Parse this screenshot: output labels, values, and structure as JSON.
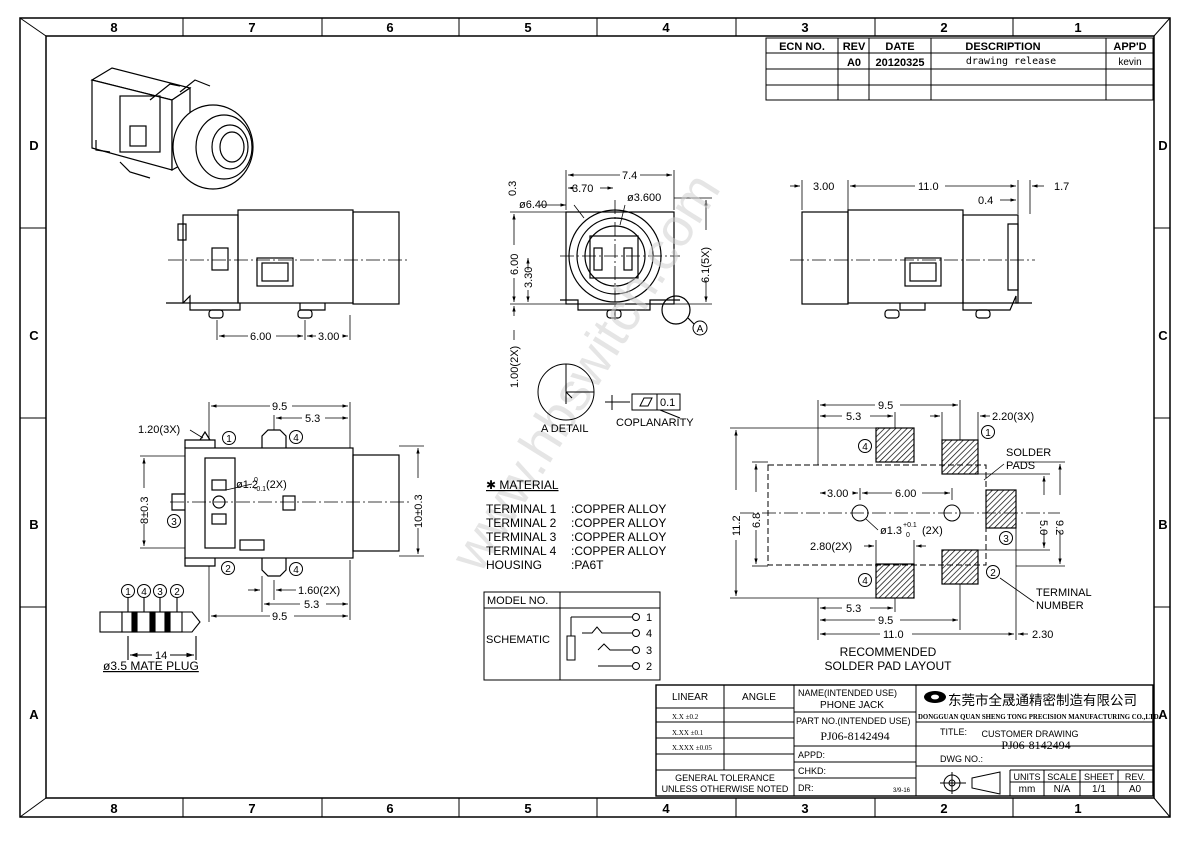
{
  "border": {
    "columns": [
      "8",
      "7",
      "6",
      "5",
      "4",
      "3",
      "2",
      "1"
    ],
    "rows": [
      "D",
      "C",
      "B",
      "A"
    ]
  },
  "revision": {
    "headers": [
      "ECN NO.",
      "REV",
      "DATE",
      "DESCRIPTION",
      "APP'D"
    ],
    "row": {
      "ecn": "",
      "rev": "A0",
      "date": "20120325",
      "description": "drawing release",
      "appd": "kevin"
    }
  },
  "dims": {
    "side_left_6": "6.00",
    "side_left_3": "3.00",
    "front_7_4": "7.4",
    "front_3_70": "3.70",
    "front_0_3": "0.3",
    "front_d6_40": "ø6.40",
    "front_d3_600": "ø3.600",
    "front_6_00": "6.00",
    "front_3_30": "3.30",
    "front_6_1": "6.1(5X)",
    "front_1_00": "1.00(2X)",
    "right_3_00": "3.00",
    "right_11_0": "11.0",
    "right_0_4": "0.4",
    "right_1_7": "1.7",
    "top_9_5": "9.5",
    "top_5_3": "5.3",
    "top_1_20": "1.20(3X)",
    "top_hole": "ø1.2",
    "top_hole_tol_hi": "0",
    "top_hole_tol_lo": "-0.1",
    "top_hole_qty": "(2X)",
    "top_8": "8±0.3",
    "top_10": "10±0.3",
    "top_1_60": "1.60(2X)",
    "top_5_3b": "5.3",
    "top_9_5b": "9.5",
    "plug_14": "14",
    "pad_9_5": "9.5",
    "pad_5_3": "5.3",
    "pad_2_20": "2.20(3X)",
    "pad_3_00": "3.00",
    "pad_6_00": "6.00",
    "pad_hole": "ø1.3",
    "pad_hole_tol_hi": "+0.1",
    "pad_hole_tol_lo": "0",
    "pad_hole_qty": "(2X)",
    "pad_2_80": "2.80(2X)",
    "pad_11_2": "11.2",
    "pad_6_8": "6.8",
    "pad_5_0": "5.0",
    "pad_9_2": "9.2",
    "pad_5_3b": "5.3",
    "pad_9_5b": "9.5",
    "pad_11_0": "11.0",
    "pad_2_30": "2.30"
  },
  "callouts": {
    "one": "1",
    "two": "2",
    "three": "3",
    "four": "4",
    "detail_letter": "A"
  },
  "detail": {
    "label": "A DETAIL",
    "coplanarity": "COPLANARITY",
    "tol_box": "0.1"
  },
  "material": {
    "heading": "✱ MATERIAL",
    "rows": [
      {
        "part": "TERMINAL 1",
        "value": ":COPPER ALLOY"
      },
      {
        "part": "TERMINAL 2",
        "value": ":COPPER ALLOY"
      },
      {
        "part": "TERMINAL 3",
        "value": ":COPPER ALLOY"
      },
      {
        "part": "TERMINAL 4",
        "value": ":COPPER ALLOY"
      },
      {
        "part": "HOUSING",
        "value": ":PA6T"
      }
    ]
  },
  "schematic": {
    "model_label": "MODEL NO.",
    "label": "SCHEMATIC",
    "pins": [
      "1",
      "4",
      "3",
      "2"
    ]
  },
  "plug": {
    "label": "ø3.5 MATE PLUG",
    "pins": [
      "1",
      "4",
      "3",
      "2"
    ]
  },
  "pad_layout": {
    "title_line1": "RECOMMENDED",
    "title_line2": "SOLDER PAD LAYOUT",
    "solder_pads_line1": "SOLDER",
    "solder_pads_line2": "PADS",
    "terminal_number_line1": "TERMINAL",
    "terminal_number_line2": "NUMBER"
  },
  "watermark": "www.hbswitch.com",
  "title_block": {
    "linear": "LINEAR",
    "angle": "ANGLE",
    "tol_x": "X.X  ±0.2",
    "tol_xx": "X.XX  ±0.1",
    "tol_xxx": "X.XXX ±0.05",
    "general_tol_1": "GENERAL TOLERANCE",
    "general_tol_2": "UNLESS OTHERWISE NOTED",
    "name_label": "NAME(INTENDED USE)",
    "name_value": "PHONE JACK",
    "part_label": "PART NO.(INTENDED USE)",
    "part_value": "PJ06-8142494",
    "appd": "APPD:",
    "chkd": "CHKD:",
    "dr": "DR:",
    "dr_note": "3/9-16",
    "company_cn": "东莞市全晟通精密制造有限公司",
    "company_en": "DONGGUAN QUAN SHENG TONG PRECISION  MANUFACTURING CO.,LTD",
    "title_label": "TITLE:",
    "title_value_1": "CUSTOMER DRAWING",
    "title_value_2": "PJ06-8142494",
    "dwg_no": "DWG NO.:",
    "units_label": "UNITS",
    "units_value": "mm",
    "scale_label": "SCALE",
    "scale_value": "N/A",
    "sheet_label": "SHEET",
    "sheet_value": "1/1",
    "rev_label": "REV.",
    "rev_value": "A0"
  }
}
